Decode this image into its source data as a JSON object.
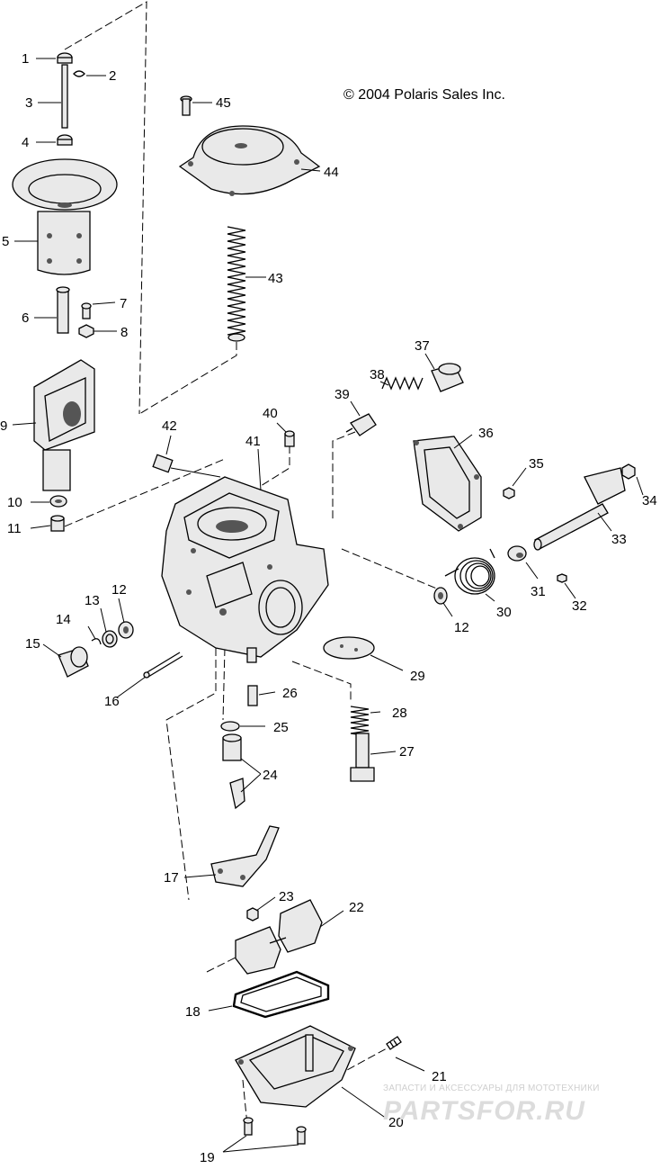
{
  "copyright": "© 2004 Polaris Sales Inc.",
  "watermark": {
    "tagline": "ЗАПАСТИ И АКСЕССУАРЫ ДЛЯ МОТОТЕХНИКИ",
    "logo": "PARTSFOR.RU"
  },
  "callouts": [
    "1",
    "2",
    "3",
    "4",
    "5",
    "6",
    "7",
    "8",
    "9",
    "10",
    "11",
    "12",
    "12",
    "13",
    "14",
    "15",
    "16",
    "17",
    "18",
    "19",
    "20",
    "21",
    "22",
    "23",
    "24",
    "25",
    "26",
    "27",
    "28",
    "29",
    "30",
    "31",
    "32",
    "33",
    "34",
    "35",
    "36",
    "37",
    "38",
    "39",
    "40",
    "41",
    "42",
    "43",
    "44",
    "45"
  ],
  "colors": {
    "ink": "#000000",
    "watermark": "#d8d8d8"
  }
}
